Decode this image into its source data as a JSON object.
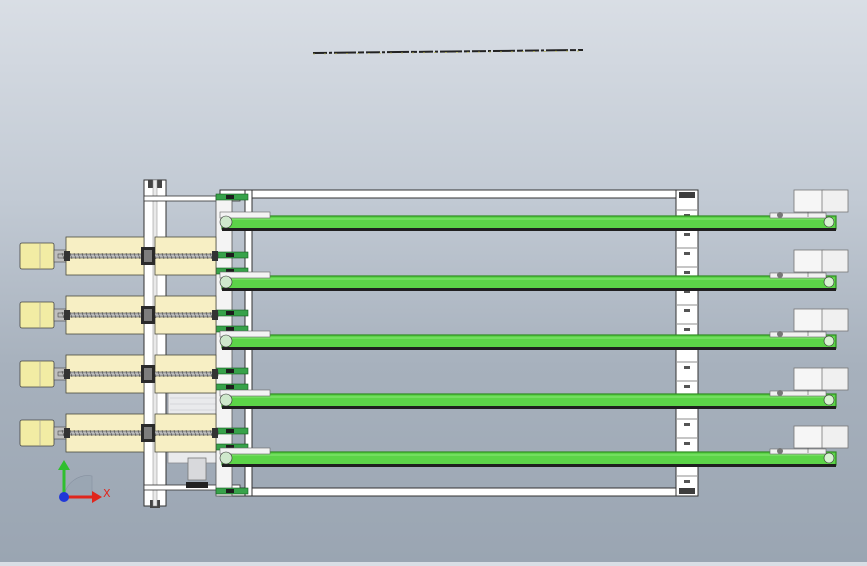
{
  "viewport": {
    "background_top": "#d9dee5",
    "background_bottom": "#9aa5b2"
  },
  "header_text": "",
  "model": {
    "lane_count": 4,
    "belt_count": 5,
    "colors": {
      "belt": "#5cd448",
      "belt_edge": "#2f8a22",
      "frame": "#ffffff",
      "frame_edge": "#333333",
      "linear_module": "#f7efc4",
      "motor": "#f2eca4",
      "gearmotor": "#e9eaec"
    }
  },
  "triad": {
    "x_label": "X",
    "x_color": "#e0261d",
    "y_color": "#2fbf2f",
    "z_color": "#2038d8"
  }
}
